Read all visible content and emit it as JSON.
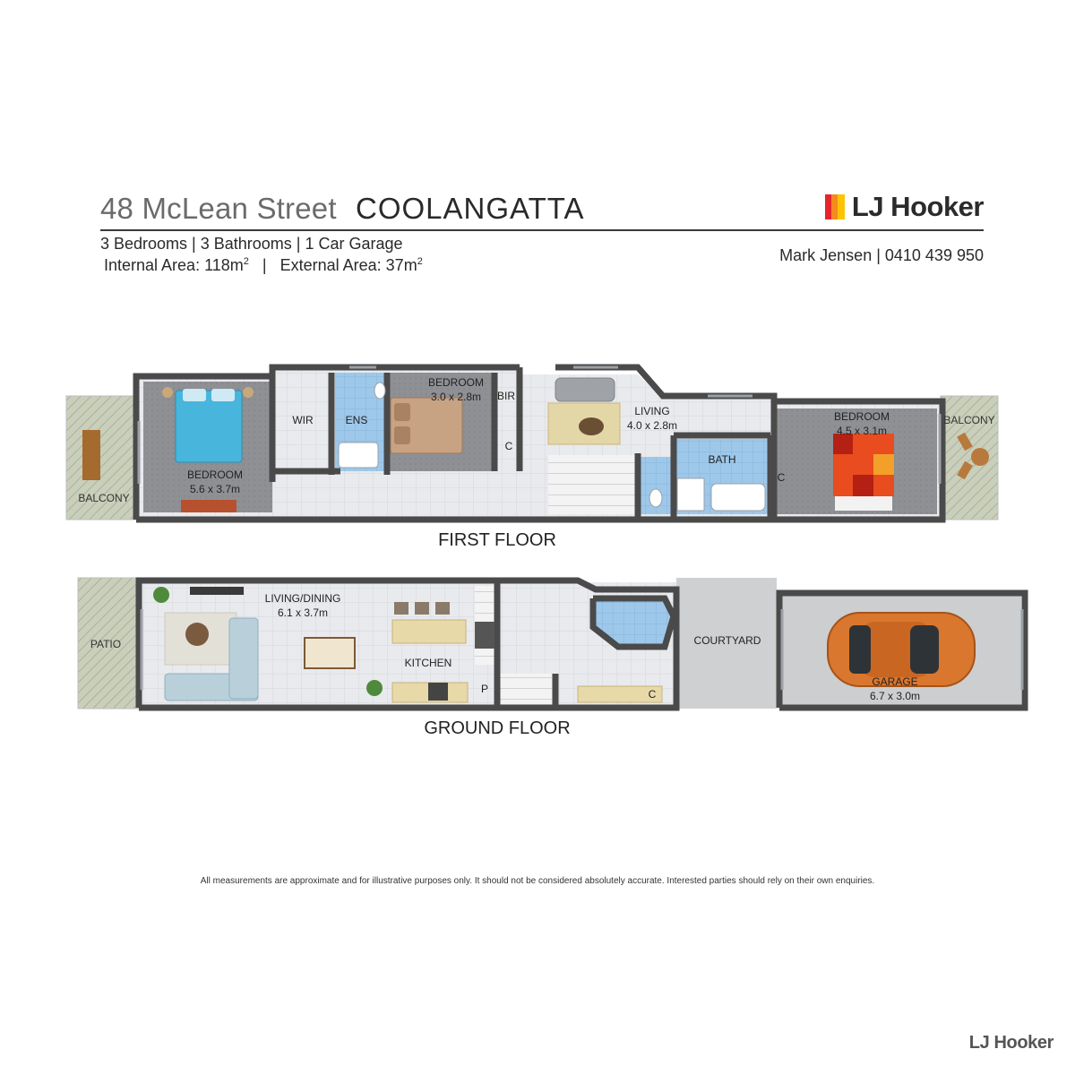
{
  "header": {
    "street": "48 McLean Street",
    "suburb": "COOLANGATTA",
    "specs": "3 Bedrooms  |  3 Bathrooms  |  1 Car Garage",
    "internal_area_label": "Internal Area: 118m",
    "external_area_label": "External Area: 37m",
    "area_superscript": "2",
    "area_separator": "|",
    "agent": "Mark Jensen  |  0410 439 950"
  },
  "logo": {
    "text": "LJ Hooker",
    "colors": {
      "red": "#e4262b",
      "orange": "#f58a1f",
      "yellow": "#fdc300"
    }
  },
  "first_floor": {
    "label": "FIRST FLOOR",
    "rooms": {
      "balcony_west": "BALCONY",
      "bedroom_master_name": "BEDROOM",
      "bedroom_master_size": "5.6 x 3.7m",
      "wir": "WIR",
      "ens": "ENS",
      "bedroom_2_name": "BEDROOM",
      "bedroom_2_size": "3.0 x 2.8m",
      "bir": "BIR",
      "cupboard_1": "C",
      "living_name": "LIVING",
      "living_size": "4.0 x 2.8m",
      "bath": "BATH",
      "cupboard_2": "C",
      "bedroom_3_name": "BEDROOM",
      "bedroom_3_size": "4.5 x 3.1m",
      "balcony_east": "BALCONY"
    }
  },
  "ground_floor": {
    "label": "GROUND FLOOR",
    "rooms": {
      "patio": "PATIO",
      "living_dining_name": "LIVING/DINING",
      "living_dining_size": "6.1 x 3.7m",
      "kitchen": "KITCHEN",
      "pantry": "P",
      "cupboard": "C",
      "courtyard": "COURTYARD",
      "garage_name": "GARAGE",
      "garage_size": "6.7 x 3.0m"
    }
  },
  "colors": {
    "wall": "#4a4a4a",
    "floor_tile": "#e8e9ec",
    "carpet": "#8d8f93",
    "wet_area": "#9ec7e8",
    "deck": "#c7cdb8",
    "concrete": "#cfd0d2",
    "car": "#d9772e"
  },
  "disclaimer": "All measurements are approximate and for illustrative purposes only. It should not be considered absolutely accurate. Interested parties should rely on their own enquiries.",
  "footer_logo": "LJ Hooker"
}
